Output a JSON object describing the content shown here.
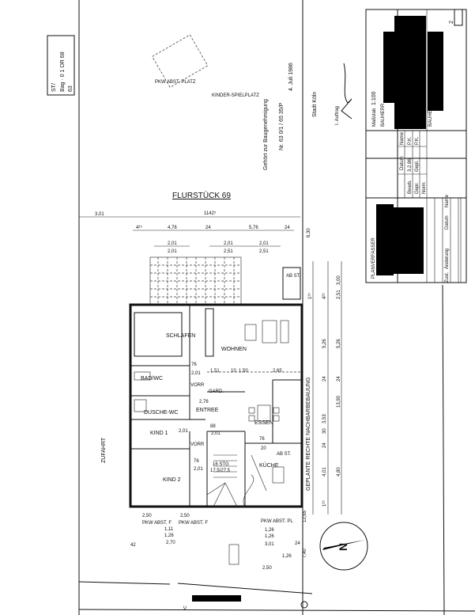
{
  "plot": {
    "label": "FLURSTÜCK 69"
  },
  "stamp_corner": {
    "line1": "ST/",
    "line2": "Bag · 0 1 OR 68",
    "line3": "63"
  },
  "approval_stamp": {
    "line1": "Gehört zur Baugenehmigung",
    "number": "Nr. 63 0/1 / 65 35/P",
    "date": "4. Juli 1986",
    "city": "Stadt Köln",
    "signature_caption": "I. Auftrag"
  },
  "site_labels": {
    "pkw_top": "PKW ABST. PLATZ",
    "kinder": "KINDER-SPIELPLATZ",
    "zufahrt": "ZUFAHRT",
    "neighbor": "GEPLANTE RECHTE NACHBARBEBAUUNG"
  },
  "dimensions": {
    "overall": "1142⁵",
    "left": "3,01",
    "side": "6,30",
    "row2": [
      "4²⁵",
      "4,76",
      "24",
      "5,76",
      "24"
    ],
    "row3_top": [
      "2,01",
      "2,01",
      "2,01"
    ],
    "row3_bottom": [
      "2,01",
      "2,51",
      "2,51"
    ],
    "right": [
      "1²⁵",
      "3,00",
      "4²⁵",
      "2,51",
      "5,26",
      "5,26",
      "24",
      "13,90",
      "24",
      "3,53",
      "30",
      "4,01",
      "24",
      "4,80",
      "1²⁵"
    ],
    "interior": [
      "1,51",
      "10",
      "1,50",
      "2,65",
      "2,76",
      "76",
      "2,01",
      "76",
      "2,01",
      "88",
      "2,01",
      "76",
      "2,01",
      "20"
    ],
    "bottom": [
      "2,50",
      "2,50",
      "1,11",
      "1,26",
      "2,70",
      "1,26",
      "1,26",
      "3,01",
      "1,26",
      "2,50",
      "42",
      "12,65",
      "24",
      "7,40"
    ]
  },
  "rooms": {
    "schlafen": "SCHLAFEN",
    "wohnen": "WOHNEN",
    "bad": "BAD/WC",
    "vorr1": "VORR",
    "gard": "GARD.",
    "dusche": "DUSCHE-WC",
    "entree": "ENTREE",
    "kind1": "KIND 1",
    "vorr2": "VORR",
    "kind2": "KIND 2",
    "essen": "ESSEN",
    "kueche": "KÜCHE",
    "abst1": "AB ST.",
    "abst2": "AB ST.",
    "treppe1": "16 STG",
    "treppe2": "17,5/27,5"
  },
  "parking": {
    "left1": "PKW ABST. F",
    "left2": "PKW ABST. F",
    "right": "PKW ABST. PL"
  },
  "north": {
    "label": "N"
  },
  "title_block": {
    "scale_label": "Maßstab",
    "scale": "1:100",
    "bauherr": "BAUHERR",
    "bauherr2": "BAUHERR",
    "sheet": "2",
    "col_datum": "Datum",
    "col_name": "Name",
    "row_bearb": "Bearb.",
    "bearb_date": "3.2.86",
    "bearb_name": "P.K.",
    "row_gepr": "Gepr.",
    "gepr_date": "Gepl.",
    "gepr_name": "P.K.",
    "row_norm": "Norm",
    "planverfasser": "PLANVERFASSER",
    "rev_zust": "Zust.",
    "rev_aenderung": "Änderung",
    "rev_datum": "Datum",
    "rev_name": "Name"
  }
}
